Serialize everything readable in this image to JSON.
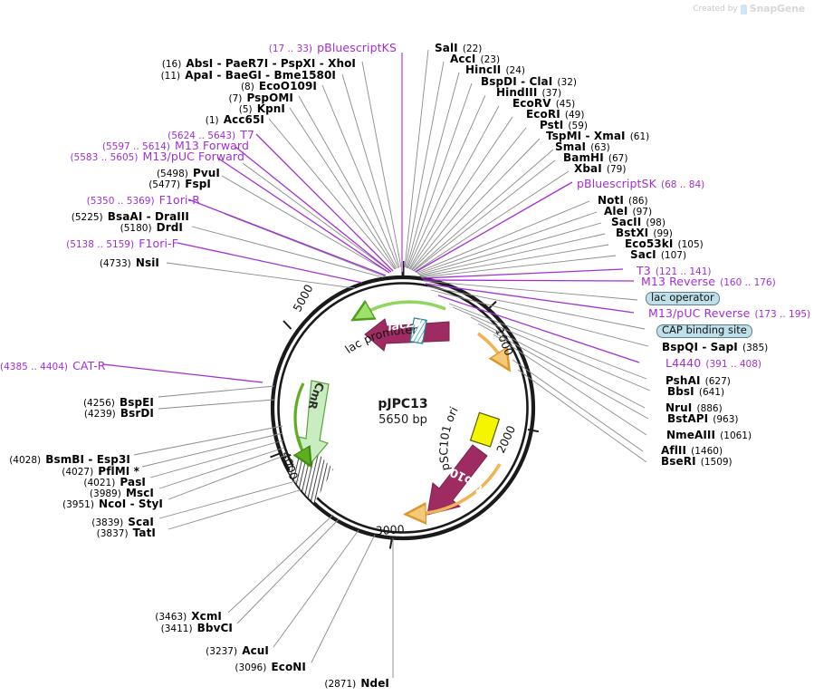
{
  "watermark": {
    "prefix": "Created by",
    "brand": "SnapGene"
  },
  "plasmid": {
    "name": "pJPC13",
    "size": "5650 bp",
    "length_bp": 5650,
    "tick_labels": [
      "1000",
      "2000",
      "3000",
      "4000",
      "5000"
    ]
  },
  "features": [
    {
      "name": "lacZα",
      "style": "arrow-magenta",
      "label_inside": true
    },
    {
      "name": "lac promoter",
      "style": "promoter-hatched",
      "label_inside": false
    },
    {
      "name": "CmR",
      "style": "arrow-lightgreen",
      "label_inside": true
    },
    {
      "name": "Rep101",
      "style": "arrow-magenta",
      "label_inside": true
    },
    {
      "name": "pSC101 ori",
      "style": "box-yellow",
      "label_inside": false
    }
  ],
  "labels_top_left": [
    {
      "pos": "(16)",
      "enz": "AbsI  - PaeR7I  - PspXI  - XhoI",
      "kind": "enzyme"
    },
    {
      "pos": "(11)",
      "enz": "ApaI  - BaeGI  - Bme1580I",
      "kind": "enzyme"
    },
    {
      "pos": "(8)",
      "enz": "EcoO109I",
      "kind": "enzyme"
    },
    {
      "pos": "(7)",
      "enz": "PspOMI",
      "kind": "enzyme"
    },
    {
      "pos": "(5)",
      "enz": "KpnI",
      "kind": "enzyme"
    },
    {
      "pos": "(1)",
      "enz": "Acc65I",
      "kind": "enzyme"
    }
  ],
  "labels_left": [
    {
      "pos": "(5624 .. 5643)",
      "enz": "T7",
      "kind": "feature"
    },
    {
      "pos": "(5597 .. 5614)",
      "enz": "M13 Forward",
      "kind": "feature"
    },
    {
      "pos": "(5583 .. 5605)",
      "enz": "M13/pUC Forward",
      "kind": "feature"
    },
    {
      "pos": "(5498)",
      "enz": "PvuI",
      "kind": "enzyme"
    },
    {
      "pos": "(5477)",
      "enz": "FspI",
      "kind": "enzyme"
    },
    {
      "pos": "(5350 .. 5369)",
      "enz": "F1ori-R",
      "kind": "feature"
    },
    {
      "pos": "(5225)",
      "enz": "BsaAI   - DraIII",
      "kind": "enzyme"
    },
    {
      "pos": "(5180)",
      "enz": "DrdI",
      "kind": "enzyme"
    },
    {
      "pos": "(5138 .. 5159)",
      "enz": "F1ori-F",
      "kind": "feature"
    },
    {
      "pos": "(4733)",
      "enz": "NsiI",
      "kind": "enzyme"
    },
    {
      "pos": "(4385 .. 4404)",
      "enz": "CAT-R",
      "kind": "feature"
    },
    {
      "pos": "(4256)",
      "enz": "BspEI",
      "kind": "enzyme"
    },
    {
      "pos": "(4239)",
      "enz": "BsrDI",
      "kind": "enzyme"
    },
    {
      "pos": "(4028)",
      "enz": "BsmBI   - Esp3I",
      "kind": "enzyme"
    },
    {
      "pos": "(4027)",
      "enz": "PflMI *",
      "kind": "enzyme"
    },
    {
      "pos": "(4021)",
      "enz": "PasI",
      "kind": "enzyme"
    },
    {
      "pos": "(3989)",
      "enz": "MscI",
      "kind": "enzyme"
    },
    {
      "pos": "(3951)",
      "enz": "NcoI  - StyI",
      "kind": "enzyme"
    },
    {
      "pos": "(3839)",
      "enz": "ScaI",
      "kind": "enzyme"
    },
    {
      "pos": "(3837)",
      "enz": "TatI",
      "kind": "enzyme"
    },
    {
      "pos": "(3463)",
      "enz": "XcmI",
      "kind": "enzyme"
    },
    {
      "pos": "(3411)",
      "enz": "BbvCI",
      "kind": "enzyme"
    },
    {
      "pos": "(3237)",
      "enz": "AcuI",
      "kind": "enzyme"
    },
    {
      "pos": "(3096)",
      "enz": "EcoNI",
      "kind": "enzyme"
    },
    {
      "pos": "(2871)",
      "enz": "NdeI",
      "kind": "enzyme"
    }
  ],
  "labels_top_right": [
    {
      "enz": "SalI",
      "pos": "(22)",
      "kind": "enzyme"
    },
    {
      "enz": "AccI",
      "pos": "(23)",
      "kind": "enzyme"
    },
    {
      "enz": "HincII",
      "pos": "(24)",
      "kind": "enzyme"
    },
    {
      "enz": "BspDI  - ClaI",
      "pos": "(32)",
      "kind": "enzyme"
    },
    {
      "enz": "HindIII",
      "pos": "(37)",
      "kind": "enzyme"
    },
    {
      "enz": "EcoRV",
      "pos": "(45)",
      "kind": "enzyme"
    },
    {
      "enz": "EcoRI",
      "pos": "(49)",
      "kind": "enzyme"
    },
    {
      "enz": "PstI",
      "pos": "(59)",
      "kind": "enzyme"
    },
    {
      "enz": "TspMI  - XmaI",
      "pos": "(61)",
      "kind": "enzyme"
    },
    {
      "enz": "SmaI",
      "pos": "(63)",
      "kind": "enzyme"
    },
    {
      "enz": "BamHI",
      "pos": "(67)",
      "kind": "enzyme"
    },
    {
      "enz": "XbaI",
      "pos": "(79)",
      "kind": "enzyme"
    }
  ],
  "labels_right": [
    {
      "enz": "pBluescriptSK",
      "pos": "(68 .. 84)",
      "kind": "feature"
    },
    {
      "enz": "NotI",
      "pos": "(86)",
      "kind": "enzyme"
    },
    {
      "enz": "AleI",
      "pos": "(97)",
      "kind": "enzyme"
    },
    {
      "enz": "SacII",
      "pos": "(98)",
      "kind": "enzyme"
    },
    {
      "enz": "BstXI",
      "pos": "(99)",
      "kind": "enzyme"
    },
    {
      "enz": "Eco53kI",
      "pos": "(105)",
      "kind": "enzyme"
    },
    {
      "enz": "SacI",
      "pos": "(107)",
      "kind": "enzyme"
    },
    {
      "enz": "T3",
      "pos": "(121 .. 141)",
      "kind": "feature"
    },
    {
      "enz": "M13 Reverse",
      "pos": "(160 .. 176)",
      "kind": "feature"
    },
    {
      "enz": "lac operator",
      "pos": "",
      "kind": "boxed"
    },
    {
      "enz": "M13/pUC Reverse",
      "pos": "(173 .. 195)",
      "kind": "feature"
    },
    {
      "enz": "CAP binding site",
      "pos": "",
      "kind": "boxed"
    },
    {
      "enz": "BspQI   - SapI",
      "pos": "(385)",
      "kind": "enzyme"
    },
    {
      "enz": "L4440",
      "pos": "(391 .. 408)",
      "kind": "feature"
    },
    {
      "enz": "PshAI",
      "pos": "(627)",
      "kind": "enzyme"
    },
    {
      "enz": "BbsI",
      "pos": "(641)",
      "kind": "enzyme"
    },
    {
      "enz": "NruI",
      "pos": "(886)",
      "kind": "enzyme"
    },
    {
      "enz": "BstAPI",
      "pos": "(963)",
      "kind": "enzyme"
    },
    {
      "enz": "NmeAIII",
      "pos": "(1061)",
      "kind": "enzyme"
    },
    {
      "enz": "AflII",
      "pos": "(1460)",
      "kind": "enzyme"
    },
    {
      "enz": "BseRI",
      "pos": "(1509)",
      "kind": "enzyme"
    }
  ],
  "labels_top_center": [
    {
      "pos": "(17 .. 33)",
      "enz": "pBluescriptKS",
      "kind": "feature"
    }
  ],
  "colors": {
    "feature_purple": "#a32ed4",
    "magenta_arrow": "#9e2b62",
    "light_green": "#c9edc0",
    "green_arrow_line": "#6abf2a",
    "orange_arrow": "#f0b355",
    "yellow_box": "#f5f500",
    "boxed_fill": "#bfe0ea",
    "backbone": "#1a1a1a",
    "leader_grey": "#8a8a8a"
  }
}
